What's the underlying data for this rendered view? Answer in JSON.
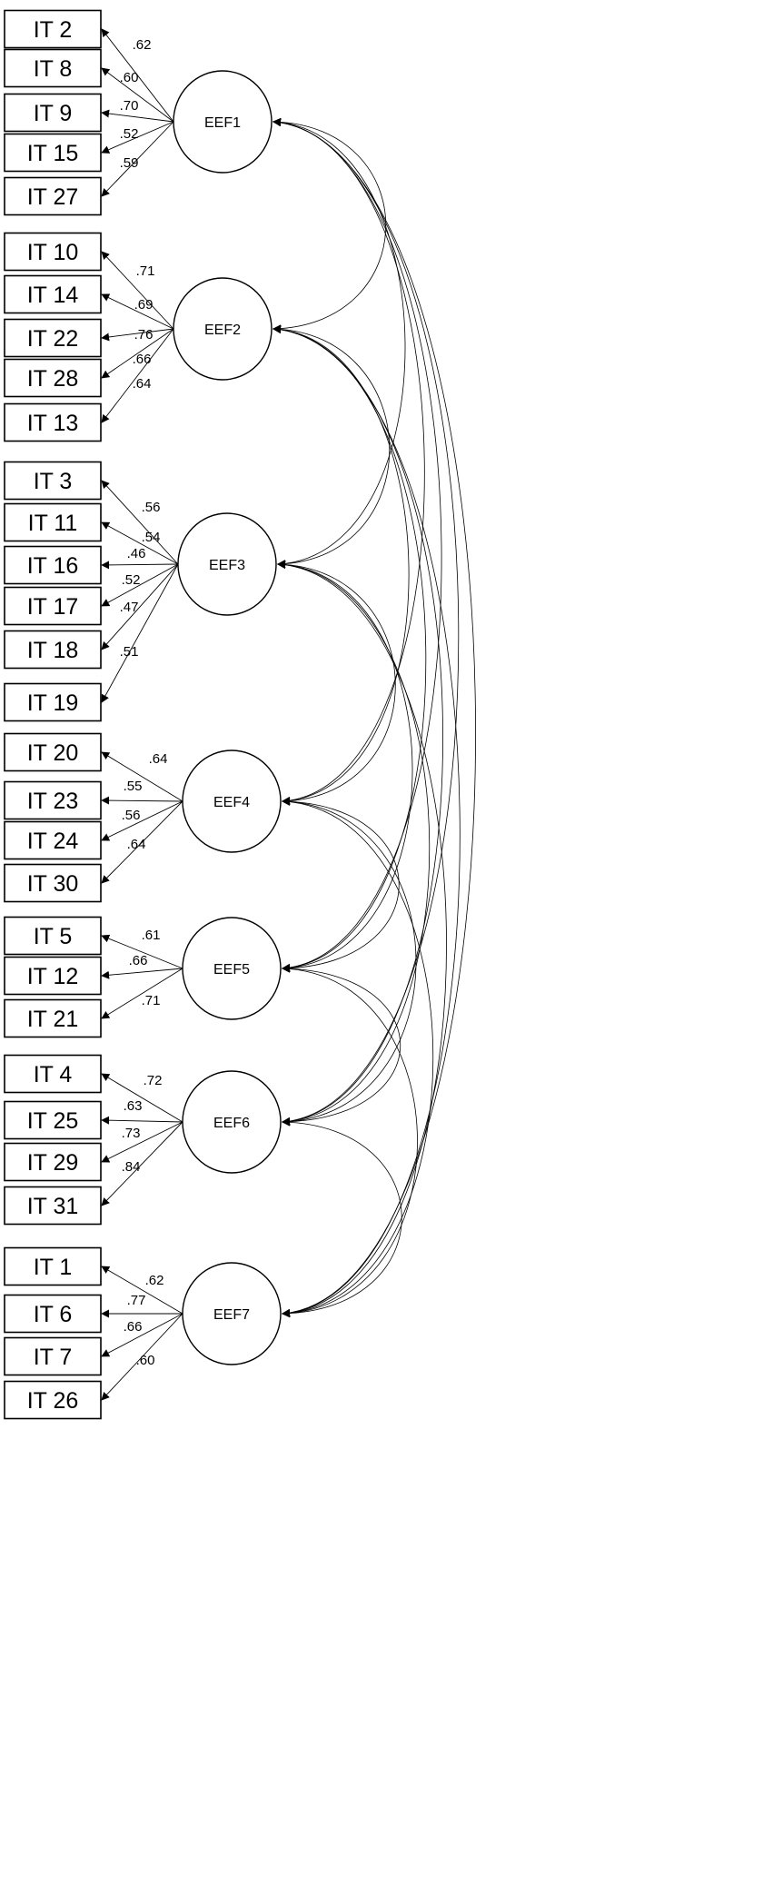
{
  "factors": [
    {
      "label": "EEF1",
      "items": [
        {
          "label": "IT 2",
          "loading": ".62"
        },
        {
          "label": "IT 8",
          "loading": ".60"
        },
        {
          "label": "IT 9",
          "loading": ".70"
        },
        {
          "label": "IT 15",
          "loading": ".52"
        },
        {
          "label": "IT 27",
          "loading": ".59"
        }
      ]
    },
    {
      "label": "EEF2",
      "items": [
        {
          "label": "IT 10",
          "loading": ".71"
        },
        {
          "label": "IT 14",
          "loading": ".69"
        },
        {
          "label": "IT 22",
          "loading": ".76"
        },
        {
          "label": "IT 28",
          "loading": ".66"
        },
        {
          "label": "IT 13",
          "loading": ".64"
        }
      ]
    },
    {
      "label": "EEF3",
      "items": [
        {
          "label": "IT 3",
          "loading": ".56"
        },
        {
          "label": "IT 11",
          "loading": ".54"
        },
        {
          "label": "IT 16",
          "loading": ".46"
        },
        {
          "label": "IT 17",
          "loading": ".52"
        },
        {
          "label": "IT 18",
          "loading": ".47"
        },
        {
          "label": "IT 19",
          "loading": ".51"
        }
      ]
    },
    {
      "label": "EEF4",
      "items": [
        {
          "label": "IT 20",
          "loading": ".64"
        },
        {
          "label": "IT 23",
          "loading": ".55"
        },
        {
          "label": "IT 24",
          "loading": ".56"
        },
        {
          "label": "IT 30",
          "loading": ".64"
        }
      ]
    },
    {
      "label": "EEF5",
      "items": [
        {
          "label": "IT 5",
          "loading": ".61"
        },
        {
          "label": "IT 12",
          "loading": ".66"
        },
        {
          "label": "IT 21",
          "loading": ".71"
        }
      ]
    },
    {
      "label": "EEF6",
      "items": [
        {
          "label": "IT 4",
          "loading": ".72"
        },
        {
          "label": "IT 25",
          "loading": ".63"
        },
        {
          "label": "IT 29",
          "loading": ".73"
        },
        {
          "label": "IT 31",
          "loading": ".84"
        }
      ]
    },
    {
      "label": "EEF7",
      "items": [
        {
          "label": "IT 1",
          "loading": ".62"
        },
        {
          "label": "IT 6",
          "loading": ".77"
        },
        {
          "label": "IT 7",
          "loading": ".66"
        },
        {
          "label": "IT 26",
          "loading": ".60"
        }
      ]
    }
  ],
  "colors": {
    "stroke": "#000000",
    "background": "#ffffff"
  }
}
